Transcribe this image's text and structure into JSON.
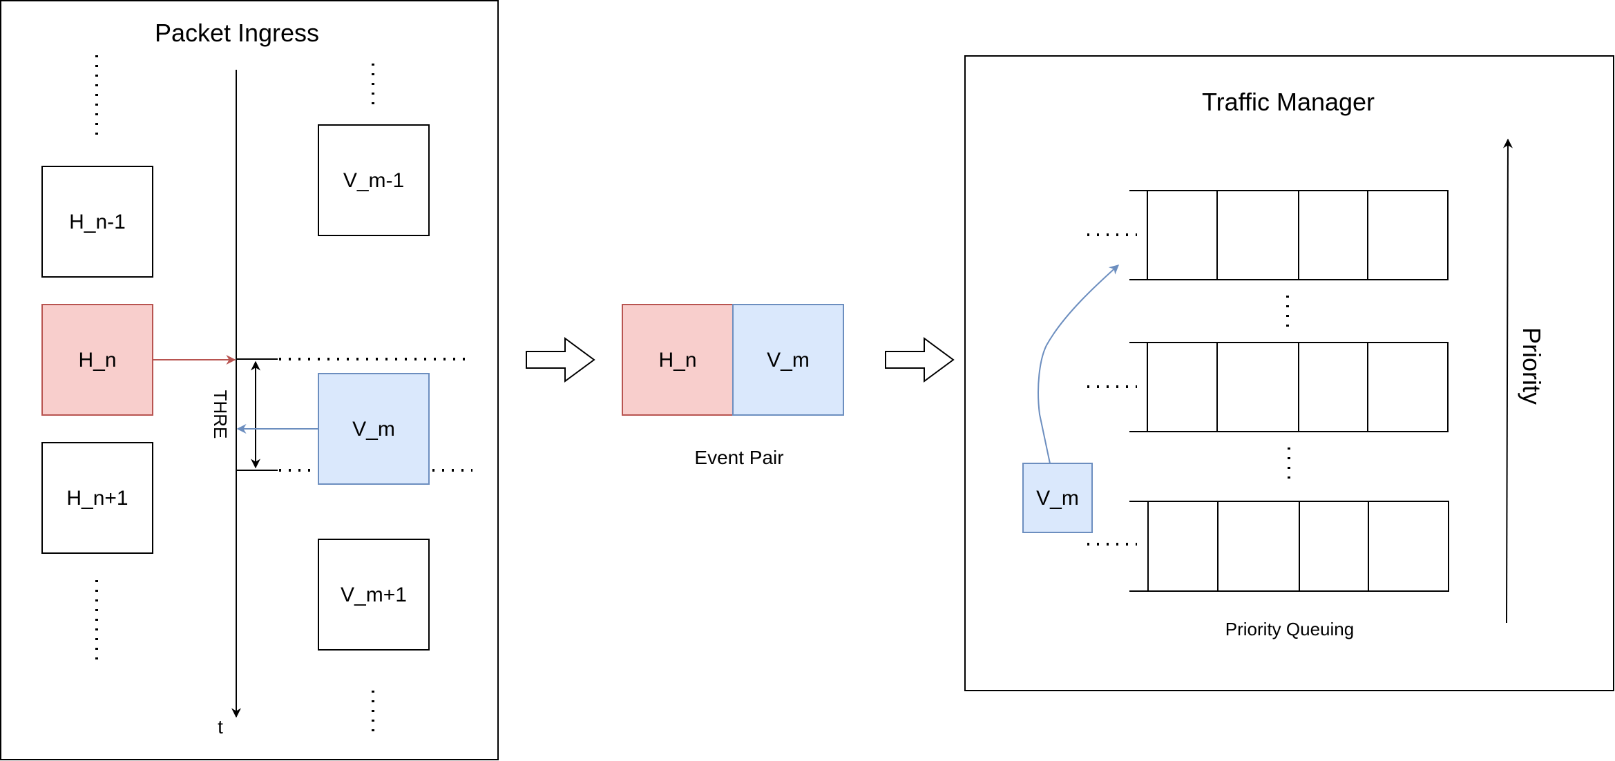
{
  "ingress": {
    "title": "Packet Ingress",
    "h_boxes": [
      "H_n-1",
      "H_n",
      "H_n+1"
    ],
    "v_boxes": [
      "V_m-1",
      "V_m",
      "V_m+1"
    ],
    "threshold_label": "THRE",
    "time_label": "t"
  },
  "event_pair": {
    "left": "H_n",
    "right": "V_m",
    "caption": "Event Pair"
  },
  "traffic_manager": {
    "title": "Traffic Manager",
    "packet": "V_m",
    "caption": "Priority Queuing",
    "priority_label": "Priority"
  },
  "colors": {
    "red_fill": "#f8cecc",
    "red_stroke": "#b85450",
    "blue_fill": "#dae8fc",
    "blue_stroke": "#6c8ebf"
  }
}
